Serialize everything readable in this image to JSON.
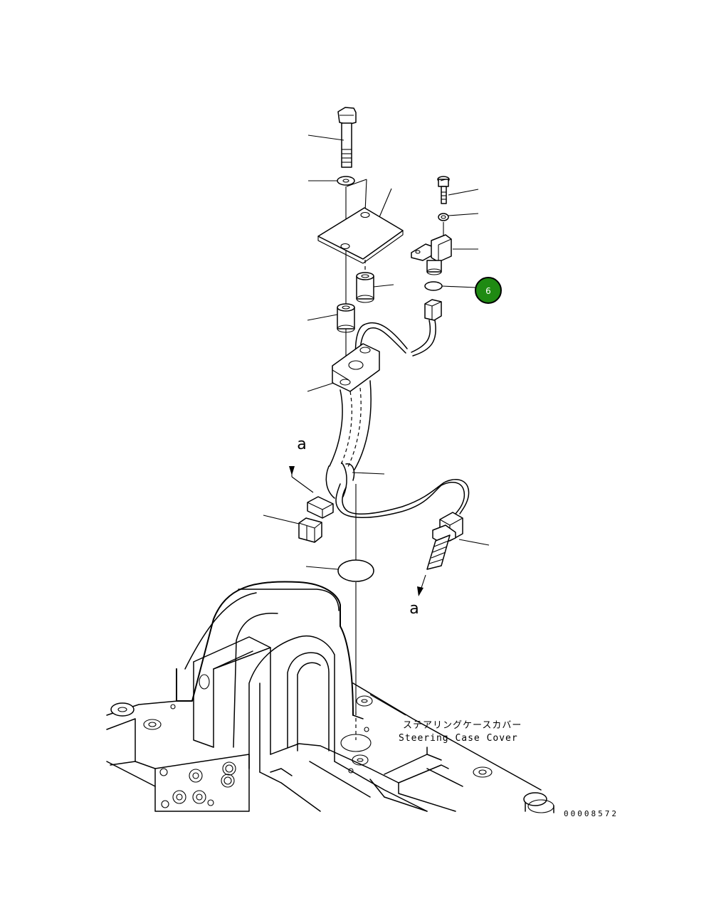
{
  "callout": {
    "number": "6",
    "color": "#1f8a12"
  },
  "view_arrow": {
    "top_label": "a",
    "bottom_label": "a"
  },
  "cover_label": {
    "jp": "ステアリングケースカバー",
    "en": "Steering Case Cover"
  },
  "drawing_code": "00008572"
}
